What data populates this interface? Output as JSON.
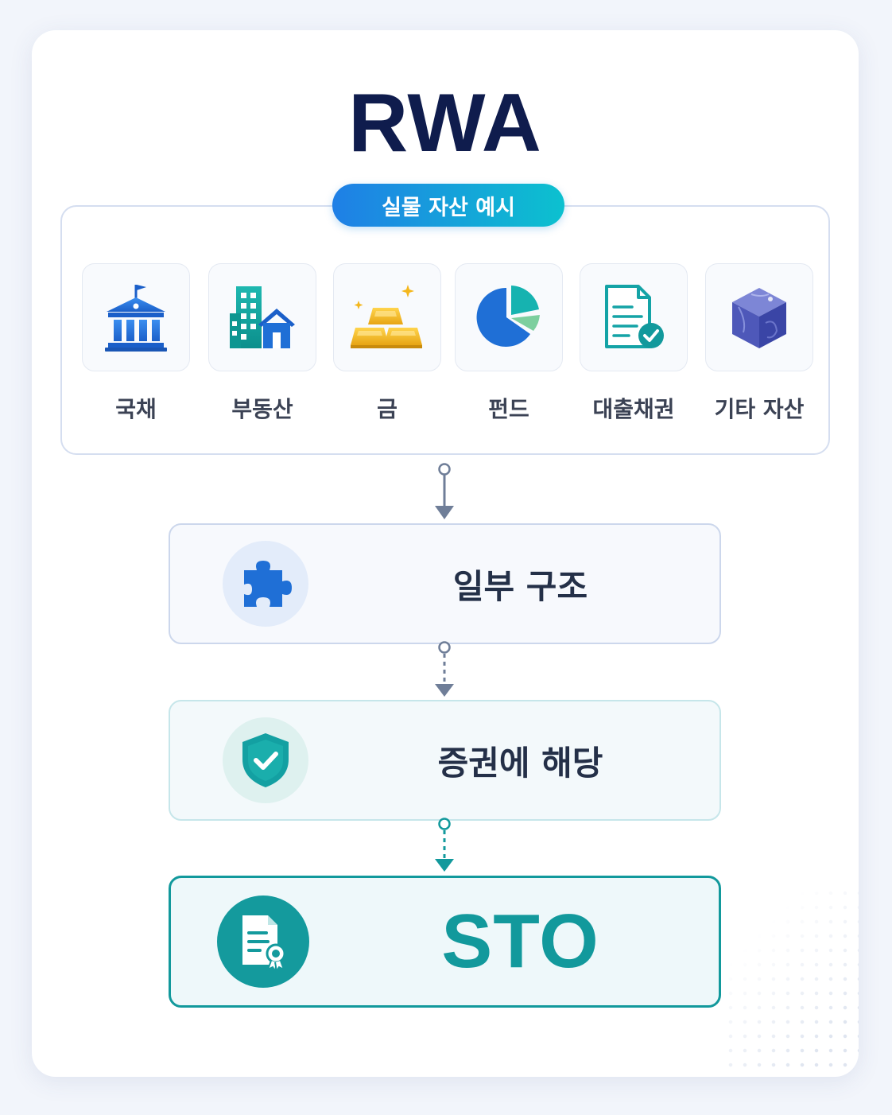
{
  "title": "RWA",
  "assets_label": "실물 자산 예시",
  "assets": [
    {
      "label": "국채",
      "icon": "government-building-icon"
    },
    {
      "label": "부동산",
      "icon": "real-estate-icon"
    },
    {
      "label": "금",
      "icon": "gold-bars-icon"
    },
    {
      "label": "펀드",
      "icon": "pie-chart-icon"
    },
    {
      "label": "대출채권",
      "icon": "loan-document-icon"
    },
    {
      "label": "기타 자산",
      "icon": "cube-icon"
    }
  ],
  "steps": [
    {
      "label": "일부 구조",
      "icon": "puzzle-icon"
    },
    {
      "label": "증권에 해당",
      "icon": "shield-check-icon"
    },
    {
      "label": "STO",
      "icon": "certificate-icon"
    }
  ],
  "colors": {
    "title": "#0f1c4d",
    "pill_start": "#1f7fe6",
    "pill_end": "#0cc1cf",
    "teal": "#12999c",
    "blue": "#1f6fd6"
  }
}
